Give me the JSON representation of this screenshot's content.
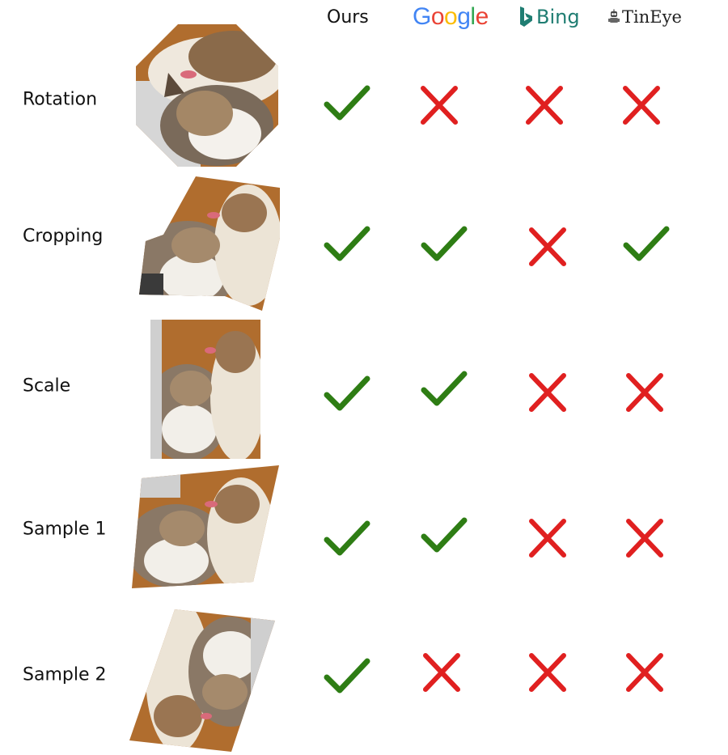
{
  "columns": {
    "ours": "Ours",
    "google": [
      "G",
      "o",
      "o",
      "g",
      "l",
      "e"
    ],
    "google_colors": [
      "#4285F4",
      "#EA4335",
      "#FBBC05",
      "#4285F4",
      "#34A853",
      "#EA4335"
    ],
    "bing": "Bing",
    "tineye": "TinEye"
  },
  "colors": {
    "check": "#2e7d14",
    "cross": "#e02020",
    "bing": "#1f7d72"
  },
  "rows": [
    {
      "label": "Rotation",
      "results": [
        "check",
        "cross",
        "cross",
        "cross"
      ]
    },
    {
      "label": "Cropping",
      "results": [
        "check",
        "check",
        "cross",
        "check"
      ]
    },
    {
      "label": "Scale",
      "results": [
        "check",
        "check",
        "cross",
        "cross"
      ]
    },
    {
      "label": "Sample 1",
      "results": [
        "check",
        "check",
        "cross",
        "cross"
      ]
    },
    {
      "label": "Sample 2",
      "results": [
        "check",
        "cross",
        "cross",
        "cross"
      ]
    }
  ]
}
